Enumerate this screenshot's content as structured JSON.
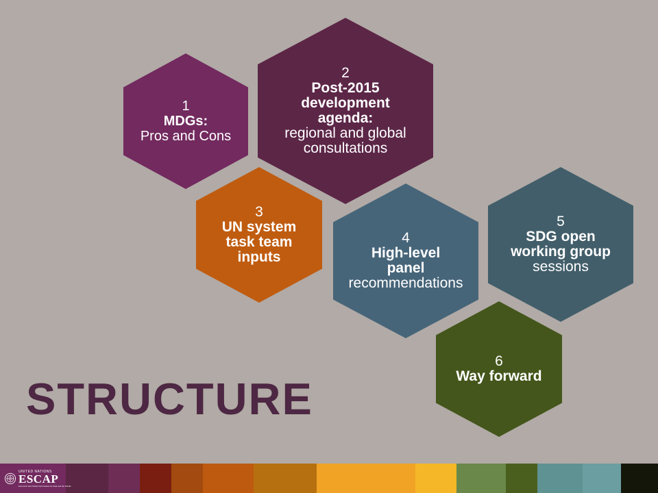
{
  "slide": {
    "title": "STRUCTURE",
    "title_color": "#4d2743",
    "background_color": "#b1aaa6"
  },
  "hexagons": [
    {
      "number": "1",
      "title": "MDGs:",
      "description": "Pros and Cons",
      "color": "#722a5f"
    },
    {
      "number": "2",
      "title": "Post-2015 development agenda:",
      "description": "regional and global consultations",
      "color": "#5c2647"
    },
    {
      "number": "3",
      "title": "UN system task team inputs",
      "description": "",
      "color": "#c05c10"
    },
    {
      "number": "4",
      "title": "High-level panel",
      "description": "recommendations",
      "color": "#476579"
    },
    {
      "number": "5",
      "title": "SDG open working group",
      "description": "sessions",
      "color": "#425e6a"
    },
    {
      "number": "6",
      "title": "Way forward",
      "description": "",
      "color": "#44561b"
    }
  ],
  "footer": {
    "logo": {
      "org_line": "UNITED NATIONS",
      "name": "ESCAP",
      "subtitle": "Economic and Social Commission for Asia and the Pacific",
      "background_color": "#722a5f"
    },
    "stripes": [
      {
        "color": "#5a2644",
        "weight": 62
      },
      {
        "color": "#6d2d55",
        "weight": 46
      },
      {
        "color": "#7a1e12",
        "weight": 46
      },
      {
        "color": "#a24a0f",
        "weight": 46
      },
      {
        "color": "#bd5a10",
        "weight": 74
      },
      {
        "color": "#b7700f",
        "weight": 92
      },
      {
        "color": "#f1a326",
        "weight": 144
      },
      {
        "color": "#f5b728",
        "weight": 60
      },
      {
        "color": "#6a884a",
        "weight": 72
      },
      {
        "color": "#4a5f1d",
        "weight": 46
      },
      {
        "color": "#5f9293",
        "weight": 66
      },
      {
        "color": "#6a9ea0",
        "weight": 56
      },
      {
        "color": "#14160a",
        "weight": 54
      }
    ]
  }
}
